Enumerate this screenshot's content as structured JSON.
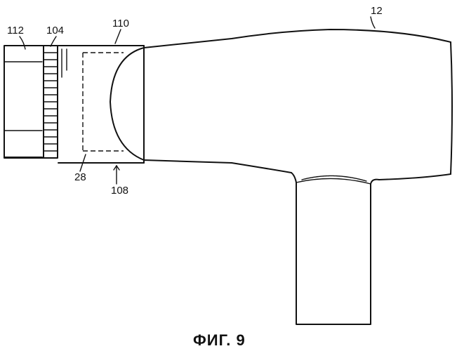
{
  "figure": {
    "caption": "ФИГ. 9",
    "labels": {
      "ref_12": "12",
      "ref_112": "112",
      "ref_104": "104",
      "ref_110": "110",
      "ref_28": "28",
      "ref_108": "108"
    }
  }
}
